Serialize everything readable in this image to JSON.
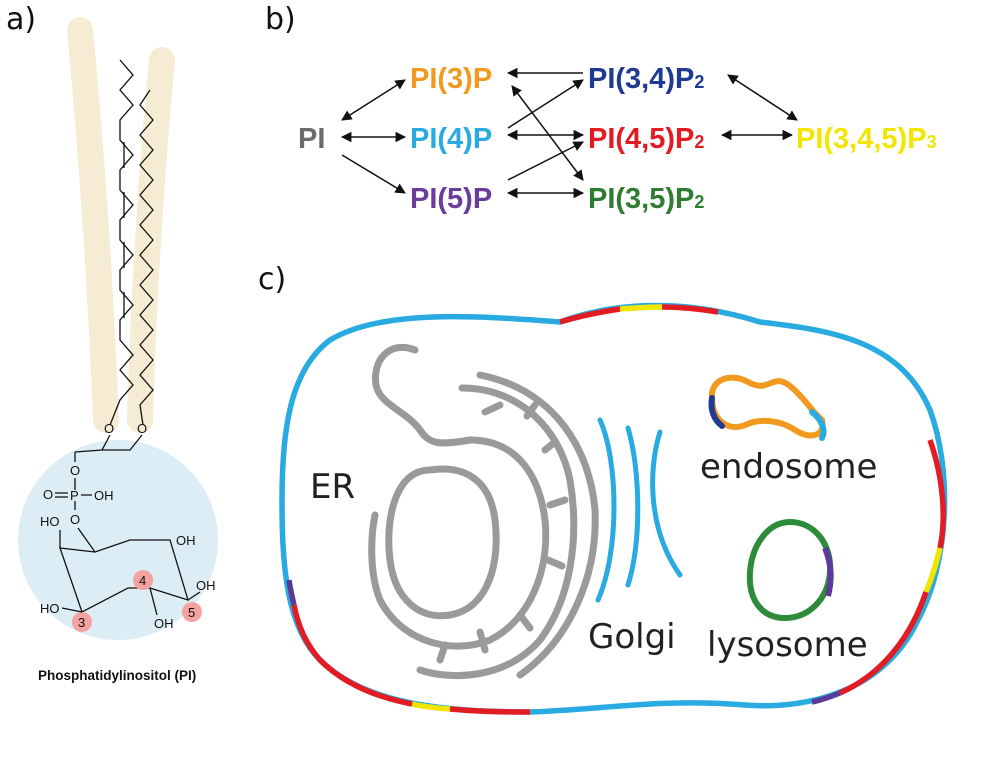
{
  "panels": {
    "a": "a)",
    "b": "b)",
    "c": "c)"
  },
  "structure": {
    "caption": "Phosphatidylinositol (PI)",
    "atoms": {
      "o1": "O",
      "o2": "O",
      "o3": "O",
      "o_dbl": "O",
      "p": "P",
      "oh_p": "OH",
      "ho_top": "HO",
      "oh_right": "OH",
      "oh_5": "OH",
      "ho_left": "HO",
      "oh_4": "OH"
    },
    "positions": {
      "p3": "3",
      "p4": "4",
      "p5": "5"
    }
  },
  "network": {
    "nodes": {
      "pi": "PI",
      "pi3p": "PI(3)P",
      "pi4p": "PI(4)P",
      "pi5p": "PI(5)P",
      "pi34p2": {
        "main": "PI(3,4)P",
        "sub": "2"
      },
      "pi45p2": {
        "main": "PI(4,5)P",
        "sub": "2"
      },
      "pi35p2": {
        "main": "PI(3,5)P",
        "sub": "2"
      },
      "pi345p3": {
        "main": "PI(3,4,5)P",
        "sub": "3"
      }
    },
    "colors": {
      "pi": "#6b6b6b",
      "pi3p": "#f29a1f",
      "pi4p": "#29aae1",
      "pi5p": "#6a3d9a",
      "pi34p2": "#1f3a93",
      "pi45p2": "#e31b23",
      "pi35p2": "#2e7d32",
      "pi345p3": "#f2e600"
    }
  },
  "cell": {
    "labels": {
      "er": "ER",
      "golgi": "Golgi",
      "endosome": "endosome",
      "lysosome": "lysosome"
    },
    "colors": {
      "membrane_blue": "#29aae1",
      "red": "#e31b23",
      "yellow": "#f2e600",
      "purple": "#5b3a9a",
      "navy": "#1f3a93",
      "orange": "#f29a1f",
      "green": "#2e8b3a",
      "er_gray": "#9a9a9a"
    }
  }
}
